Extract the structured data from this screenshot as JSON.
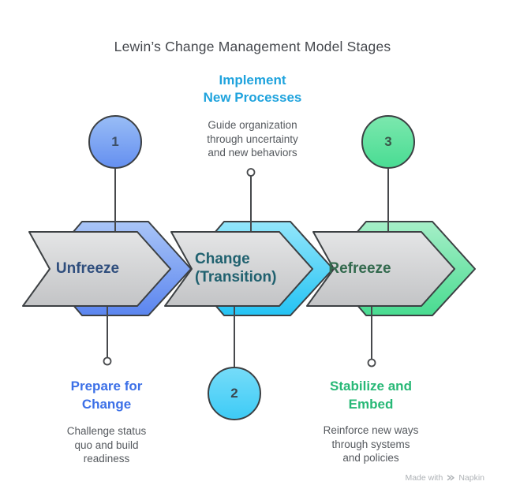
{
  "title": "Lewin’s Change Management Model Stages",
  "stages": [
    {
      "number": "1",
      "arrow_label_lines": [
        "Unfreeze"
      ],
      "arrow_label_color": "#2F4E7D",
      "accent_color_top": "#A9C5F7",
      "accent_color_bottom": "#5B85EF",
      "number_color": "#3E5068",
      "callout": {
        "position": "bottom",
        "heading_lines": [
          "Prepare for",
          "Change"
        ],
        "heading_color": "#3C70E7",
        "description_lines": [
          "Challenge status",
          "quo and build",
          "readiness"
        ]
      }
    },
    {
      "number": "2",
      "arrow_label_lines": [
        "Change",
        "(Transition)"
      ],
      "arrow_label_color": "#20616F",
      "accent_color_top": "#93E6FB",
      "accent_color_bottom": "#24C3F4",
      "number_color": "#3A464E",
      "callout": {
        "position": "top",
        "heading_lines": [
          "Implement",
          "New Processes"
        ],
        "heading_color": "#1FA3DD",
        "description_lines": [
          "Guide organization",
          "through uncertainty",
          "and new behaviors"
        ]
      }
    },
    {
      "number": "3",
      "arrow_label_lines": [
        "Refreeze"
      ],
      "arrow_label_color": "#336A4E",
      "accent_color_top": "#A6EFC8",
      "accent_color_bottom": "#48DB90",
      "number_color": "#3A5749",
      "callout": {
        "position": "bottom",
        "heading_lines": [
          "Stabilize and",
          "Embed"
        ],
        "heading_color": "#27B876",
        "description_lines": [
          "Reinforce new ways",
          "through systems",
          "and policies"
        ]
      }
    }
  ],
  "colors": {
    "outline": "#3C4043",
    "connector": "#47494C",
    "gray_arrow_top": "#E4E5E6",
    "gray_arrow_bottom": "#C3C4C6",
    "title_text": "#45484D",
    "description_text": "#55595E",
    "watermark_text": "#AEB2B6"
  },
  "watermark": {
    "prefix": "Made with",
    "brand": "Napkin"
  }
}
